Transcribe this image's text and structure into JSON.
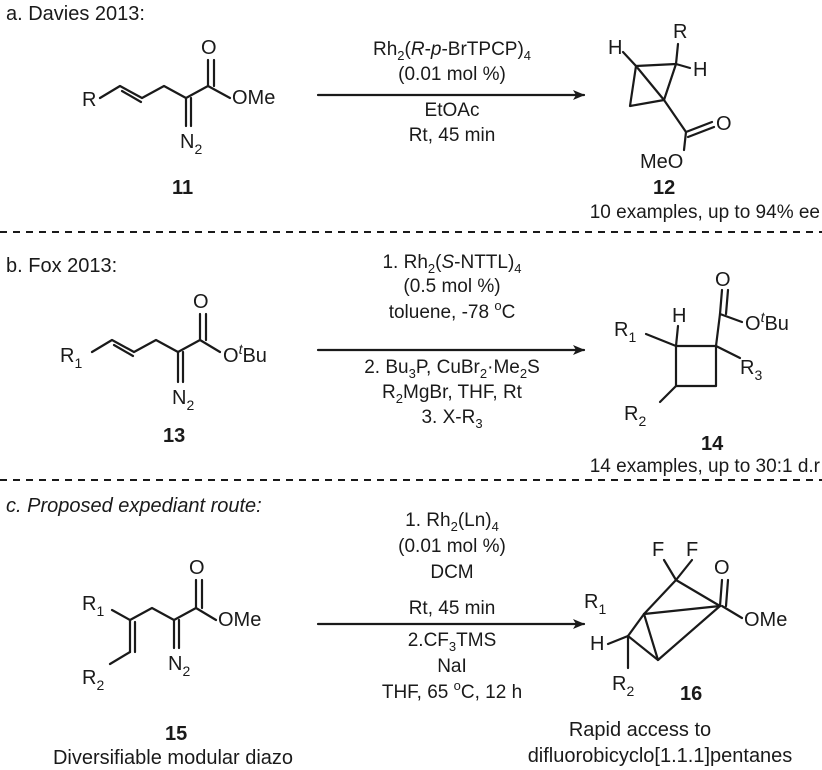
{
  "panel_a": {
    "title": "a. Davies 2013:",
    "sm_label": "11",
    "product_label": "12",
    "footnote": "10 examples, up to 94% ee",
    "atoms": {
      "r": "R",
      "o": "O",
      "ome": "OMe",
      "n": "N",
      "n_sub": "2",
      "h_left": "H",
      "r_top": "R",
      "h_right": "H",
      "o_prod": "O",
      "meo": "MeO"
    },
    "conditions": {
      "line1_a": "Rh",
      "line1_sub2": "2",
      "line1_b": "(",
      "line1_r": "R",
      "line1_c": "-",
      "line1_p": "p",
      "line1_d": "-BrTPCP)",
      "line1_sub4": "4",
      "line2": "(0.01 mol %)",
      "line3": "EtOAc",
      "line4": "Rt, 45 min"
    }
  },
  "panel_b": {
    "title": "b. Fox 2013:",
    "sm_label": "13",
    "product_label": "14",
    "footnote": "14 examples, up to 30:1 d.r",
    "atoms": {
      "r": "R",
      "r_sub": "1",
      "o": "O",
      "o_sm": "O",
      "tbu_t": "t",
      "tbu": "Bu",
      "n": "N",
      "n_sub": "2",
      "p_r1": "R",
      "p_r1_sub": "1",
      "p_h": "H",
      "p_o": "O",
      "p_o2": "O",
      "p_t": "t",
      "p_bu": "Bu",
      "p_r3": "R",
      "p_r3_sub": "3",
      "p_r2": "R",
      "p_r2_sub": "2"
    },
    "conditions": {
      "l1_a": "1. Rh",
      "l1_sub2": "2",
      "l1_b": "(",
      "l1_s": "S",
      "l1_c": "-NTTL)",
      "l1_sub4": "4",
      "l2": "(0.5 mol %)",
      "l3_a": "toluene, -78 ",
      "l3_sup": "o",
      "l3_b": "C",
      "l4_a": "2. Bu",
      "l4_sub3": "3",
      "l4_b": "P, CuBr",
      "l4_sub2": "2",
      "l4_c": "·Me",
      "l4_sub2b": "2",
      "l4_d": "S",
      "l5_a": "R",
      "l5_sub": "2",
      "l5_b": "MgBr, THF, Rt",
      "l6": "3. X-R",
      "l6_sub": "3"
    }
  },
  "panel_c": {
    "title": "c. Proposed expediant route:",
    "sm_label": "15",
    "sm_caption": "Diversifiable modular diazo",
    "product_label": "16",
    "product_caption1": "Rapid access to",
    "product_caption2": "difluorobicyclo[1.1.1]pentanes",
    "atoms": {
      "r1": "R",
      "r1_sub": "1",
      "r2": "R",
      "r2_sub": "2",
      "o": "O",
      "ome": "OMe",
      "n": "N",
      "n_sub": "2",
      "f1": "F",
      "f2": "F",
      "p_r1": "R",
      "p_r1_sub": "1",
      "p_h": "H",
      "p_r2": "R",
      "p_r2_sub": "2",
      "p_o": "O",
      "p_ome": "OMe"
    },
    "conditions": {
      "l1_a": "1. Rh",
      "l1_sub2": "2",
      "l1_b": "(Ln)",
      "l1_sub4": "4",
      "l2": "(0.01 mol %)",
      "l3": "DCM",
      "l4": "Rt, 45 min",
      "l5_a": "2.CF",
      "l5_sub": "3",
      "l5_b": "TMS",
      "l6": "NaI",
      "l7_a": "THF, 65 ",
      "l7_sup": "o",
      "l7_b": "C, 12 h"
    }
  }
}
